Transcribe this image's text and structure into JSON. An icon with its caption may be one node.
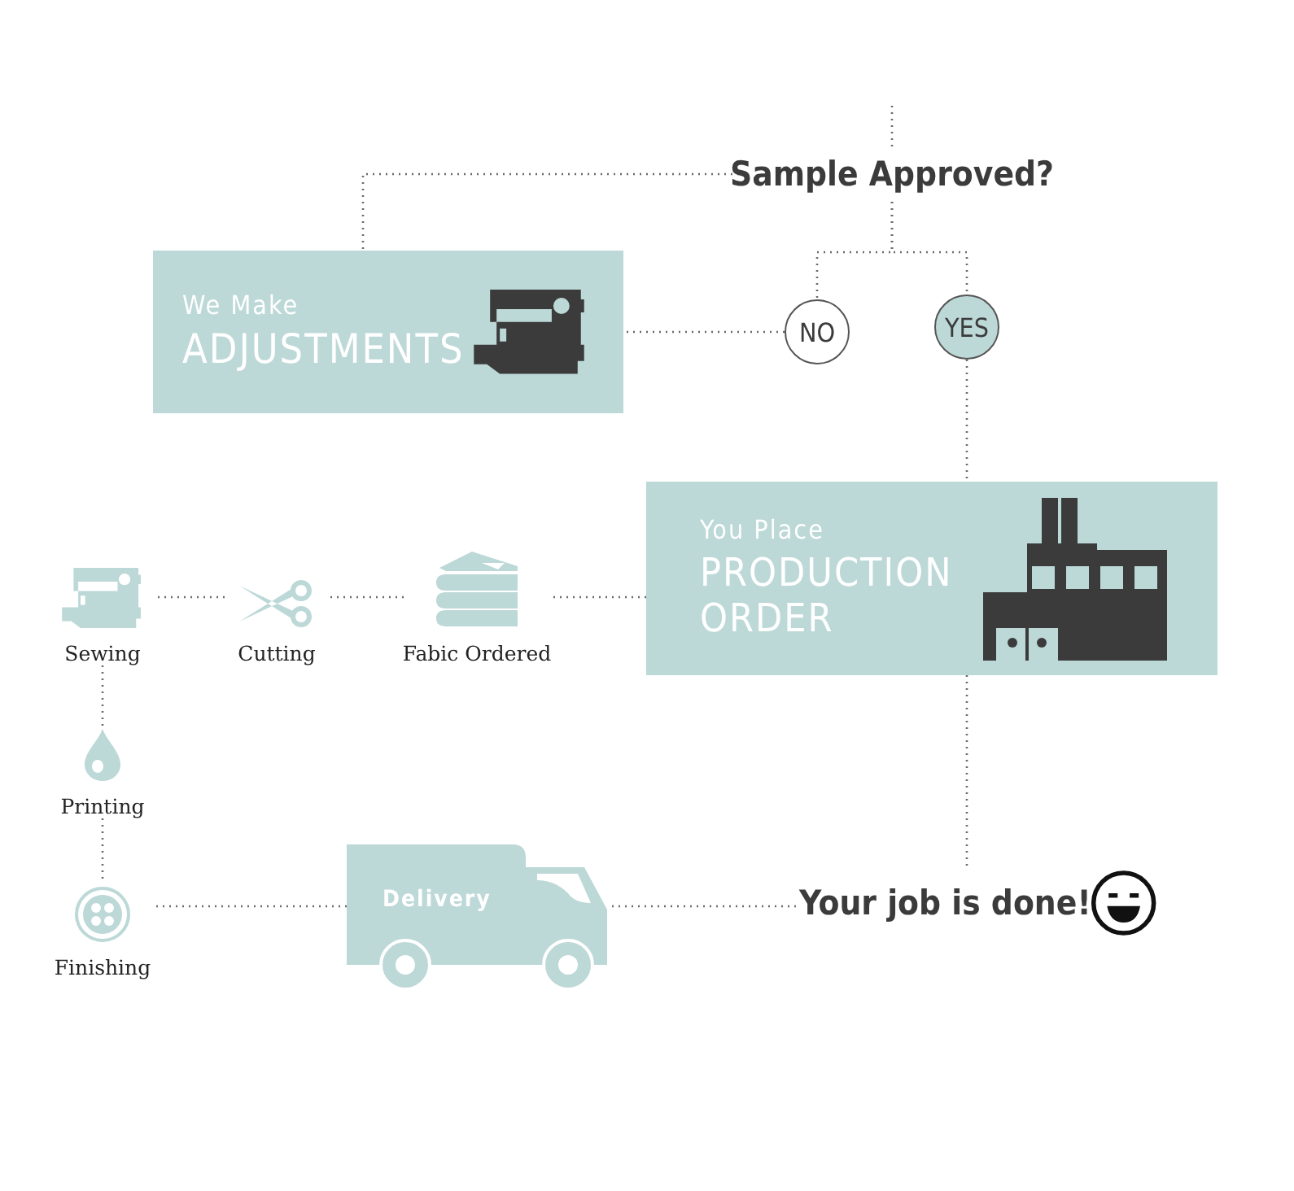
{
  "diagram": {
    "nodes": [
      {
        "text": [
          "Sample Approved?"
        ]
      },
      {
        "text": [
          "We Make",
          "ADJUSTMENTS"
        ]
      },
      {
        "text": [
          "NO"
        ]
      },
      {
        "text": [
          "YES"
        ]
      },
      {
        "text": [
          "You Place",
          "PRODUCTION ORDER"
        ]
      },
      {
        "text": [
          "Fabic Ordered"
        ]
      },
      {
        "text": [
          "Cutting"
        ]
      },
      {
        "text": [
          "Sewing"
        ]
      },
      {
        "text": [
          "Printing"
        ]
      },
      {
        "text": [
          "Finishing"
        ]
      },
      {
        "text": [
          "Delivery"
        ]
      },
      {
        "text": [
          "Your job is done!"
        ]
      }
    ],
    "edges": [
      {
        "from": null,
        "to": 0,
        "arrow": "none",
        "style": "dashed"
      },
      {
        "from": 0,
        "to": 1,
        "arrow": "none",
        "style": "dashed"
      },
      {
        "from": 0,
        "to": 2,
        "arrow": "none",
        "style": "dashed"
      },
      {
        "from": 0,
        "to": 3,
        "arrow": "none",
        "style": "dashed"
      },
      {
        "from": 2,
        "to": 1,
        "arrow": "none",
        "style": "dashed"
      },
      {
        "from": 3,
        "to": 4,
        "arrow": "none",
        "style": "dashed"
      },
      {
        "from": 4,
        "to": 5,
        "arrow": "none",
        "style": "dashed"
      },
      {
        "from": 5,
        "to": 6,
        "arrow": "none",
        "style": "dashed"
      },
      {
        "from": 6,
        "to": 7,
        "arrow": "none",
        "style": "dashed"
      },
      {
        "from": 7,
        "to": 8,
        "arrow": "none",
        "style": "dashed"
      },
      {
        "from": 8,
        "to": 9,
        "arrow": "none",
        "style": "dashed"
      },
      {
        "from": 9,
        "to": 10,
        "arrow": "none",
        "style": "dashed"
      },
      {
        "from": 10,
        "to": 11,
        "arrow": "none",
        "style": "dashed"
      },
      {
        "from": 4,
        "to": 11,
        "arrow": "none",
        "style": "dashed"
      }
    ]
  }
}
